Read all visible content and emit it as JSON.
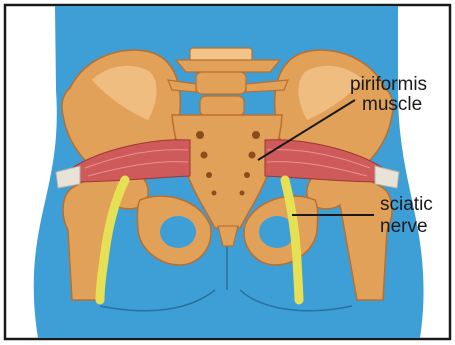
{
  "labels": {
    "piriformis_line1": "piriformis",
    "piriformis_line2": "muscle",
    "sciatic_line1": "sciatic",
    "sciatic_line2": "nerve"
  },
  "colors": {
    "skin": "#3d9fd6",
    "bone": "#e2a158",
    "bone_shade": "#b9702e",
    "bone_light": "#f1c489",
    "muscle": "#cf5a5a",
    "muscle_light": "#eea0a0",
    "tendon": "#e8e3d8",
    "nerve": "#e6e054",
    "frame": "#1a1a1a"
  }
}
